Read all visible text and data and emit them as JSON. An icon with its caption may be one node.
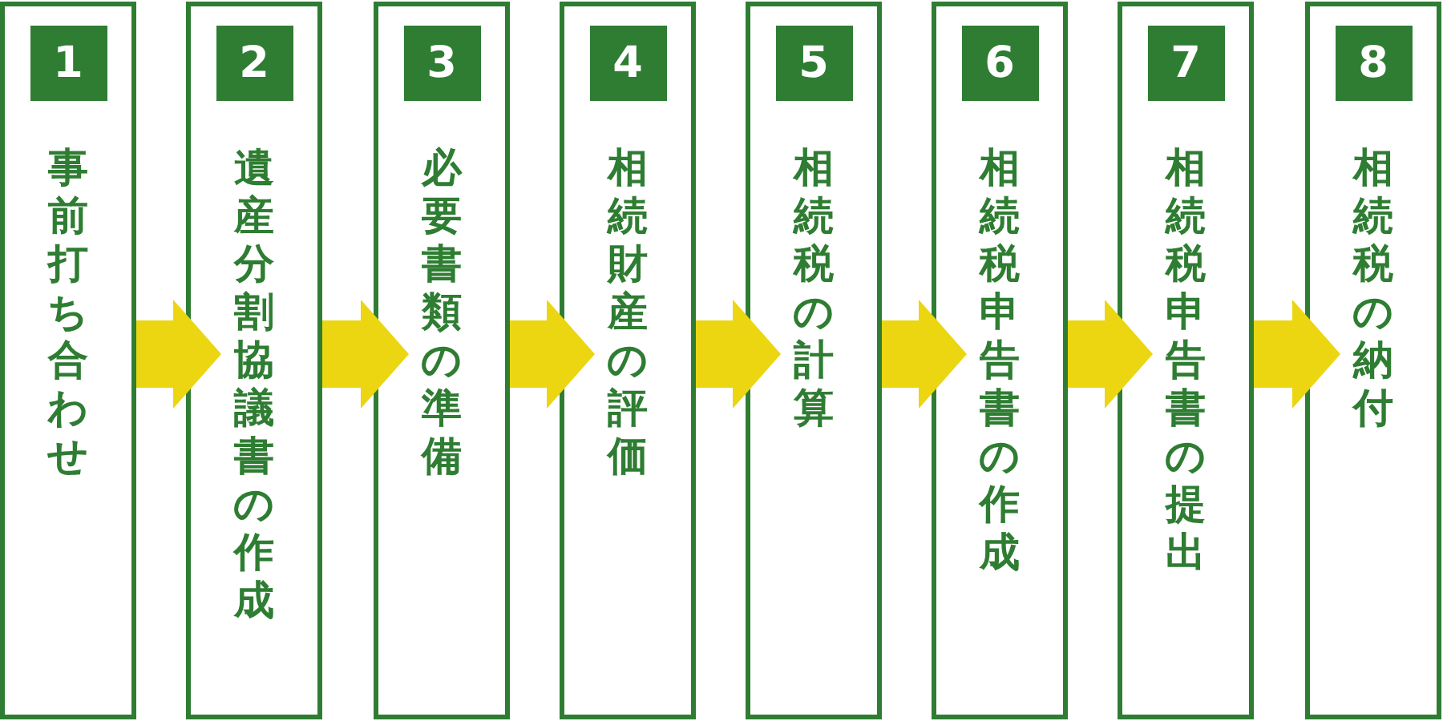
{
  "diagram": {
    "nodes": [
      {
        "text": [
          "1",
          "事前打ち合わせ"
        ]
      },
      {
        "text": [
          "2",
          "遺産分割協議書の作成"
        ]
      },
      {
        "text": [
          "3",
          "必要書類の準備"
        ]
      },
      {
        "text": [
          "4",
          "相続財産の評価"
        ]
      },
      {
        "text": [
          "5",
          "相続税の計算"
        ]
      },
      {
        "text": [
          "6",
          "相続税申告書の作成"
        ]
      },
      {
        "text": [
          "7",
          "相続税申告書の提出"
        ]
      },
      {
        "text": [
          "8",
          "相続税の納付"
        ]
      }
    ],
    "edges": [
      {
        "from": 0,
        "to": 1,
        "arrow": "to"
      },
      {
        "from": 1,
        "to": 2,
        "arrow": "to"
      },
      {
        "from": 2,
        "to": 3,
        "arrow": "to"
      },
      {
        "from": 3,
        "to": 4,
        "arrow": "to"
      },
      {
        "from": 4,
        "to": 5,
        "arrow": "to"
      },
      {
        "from": 5,
        "to": 6,
        "arrow": "to"
      },
      {
        "from": 6,
        "to": 7,
        "arrow": "to"
      }
    ]
  }
}
